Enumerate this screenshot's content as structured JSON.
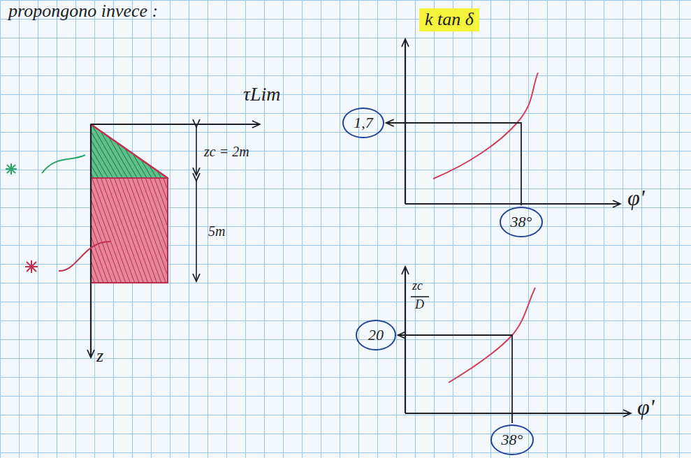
{
  "diagram": {
    "nodes": [
      {
        "text": [
          "k tan δ"
        ]
      },
      {
        "text": [
          "1,7"
        ]
      },
      {
        "text": [
          "38°"
        ]
      },
      {
        "text": [
          "20"
        ]
      },
      {
        "text": [
          "38°"
        ]
      }
    ],
    "edges": [
      {
        "from": 2,
        "to": 1,
        "arrow": "to"
      },
      {
        "from": 4,
        "to": 3,
        "arrow": "to"
      }
    ],
    "labels": [
      "propongono invece :",
      "τLim",
      "zc = 2m",
      "5m",
      "z",
      "φ'",
      "zc",
      "D",
      "φ'"
    ]
  }
}
